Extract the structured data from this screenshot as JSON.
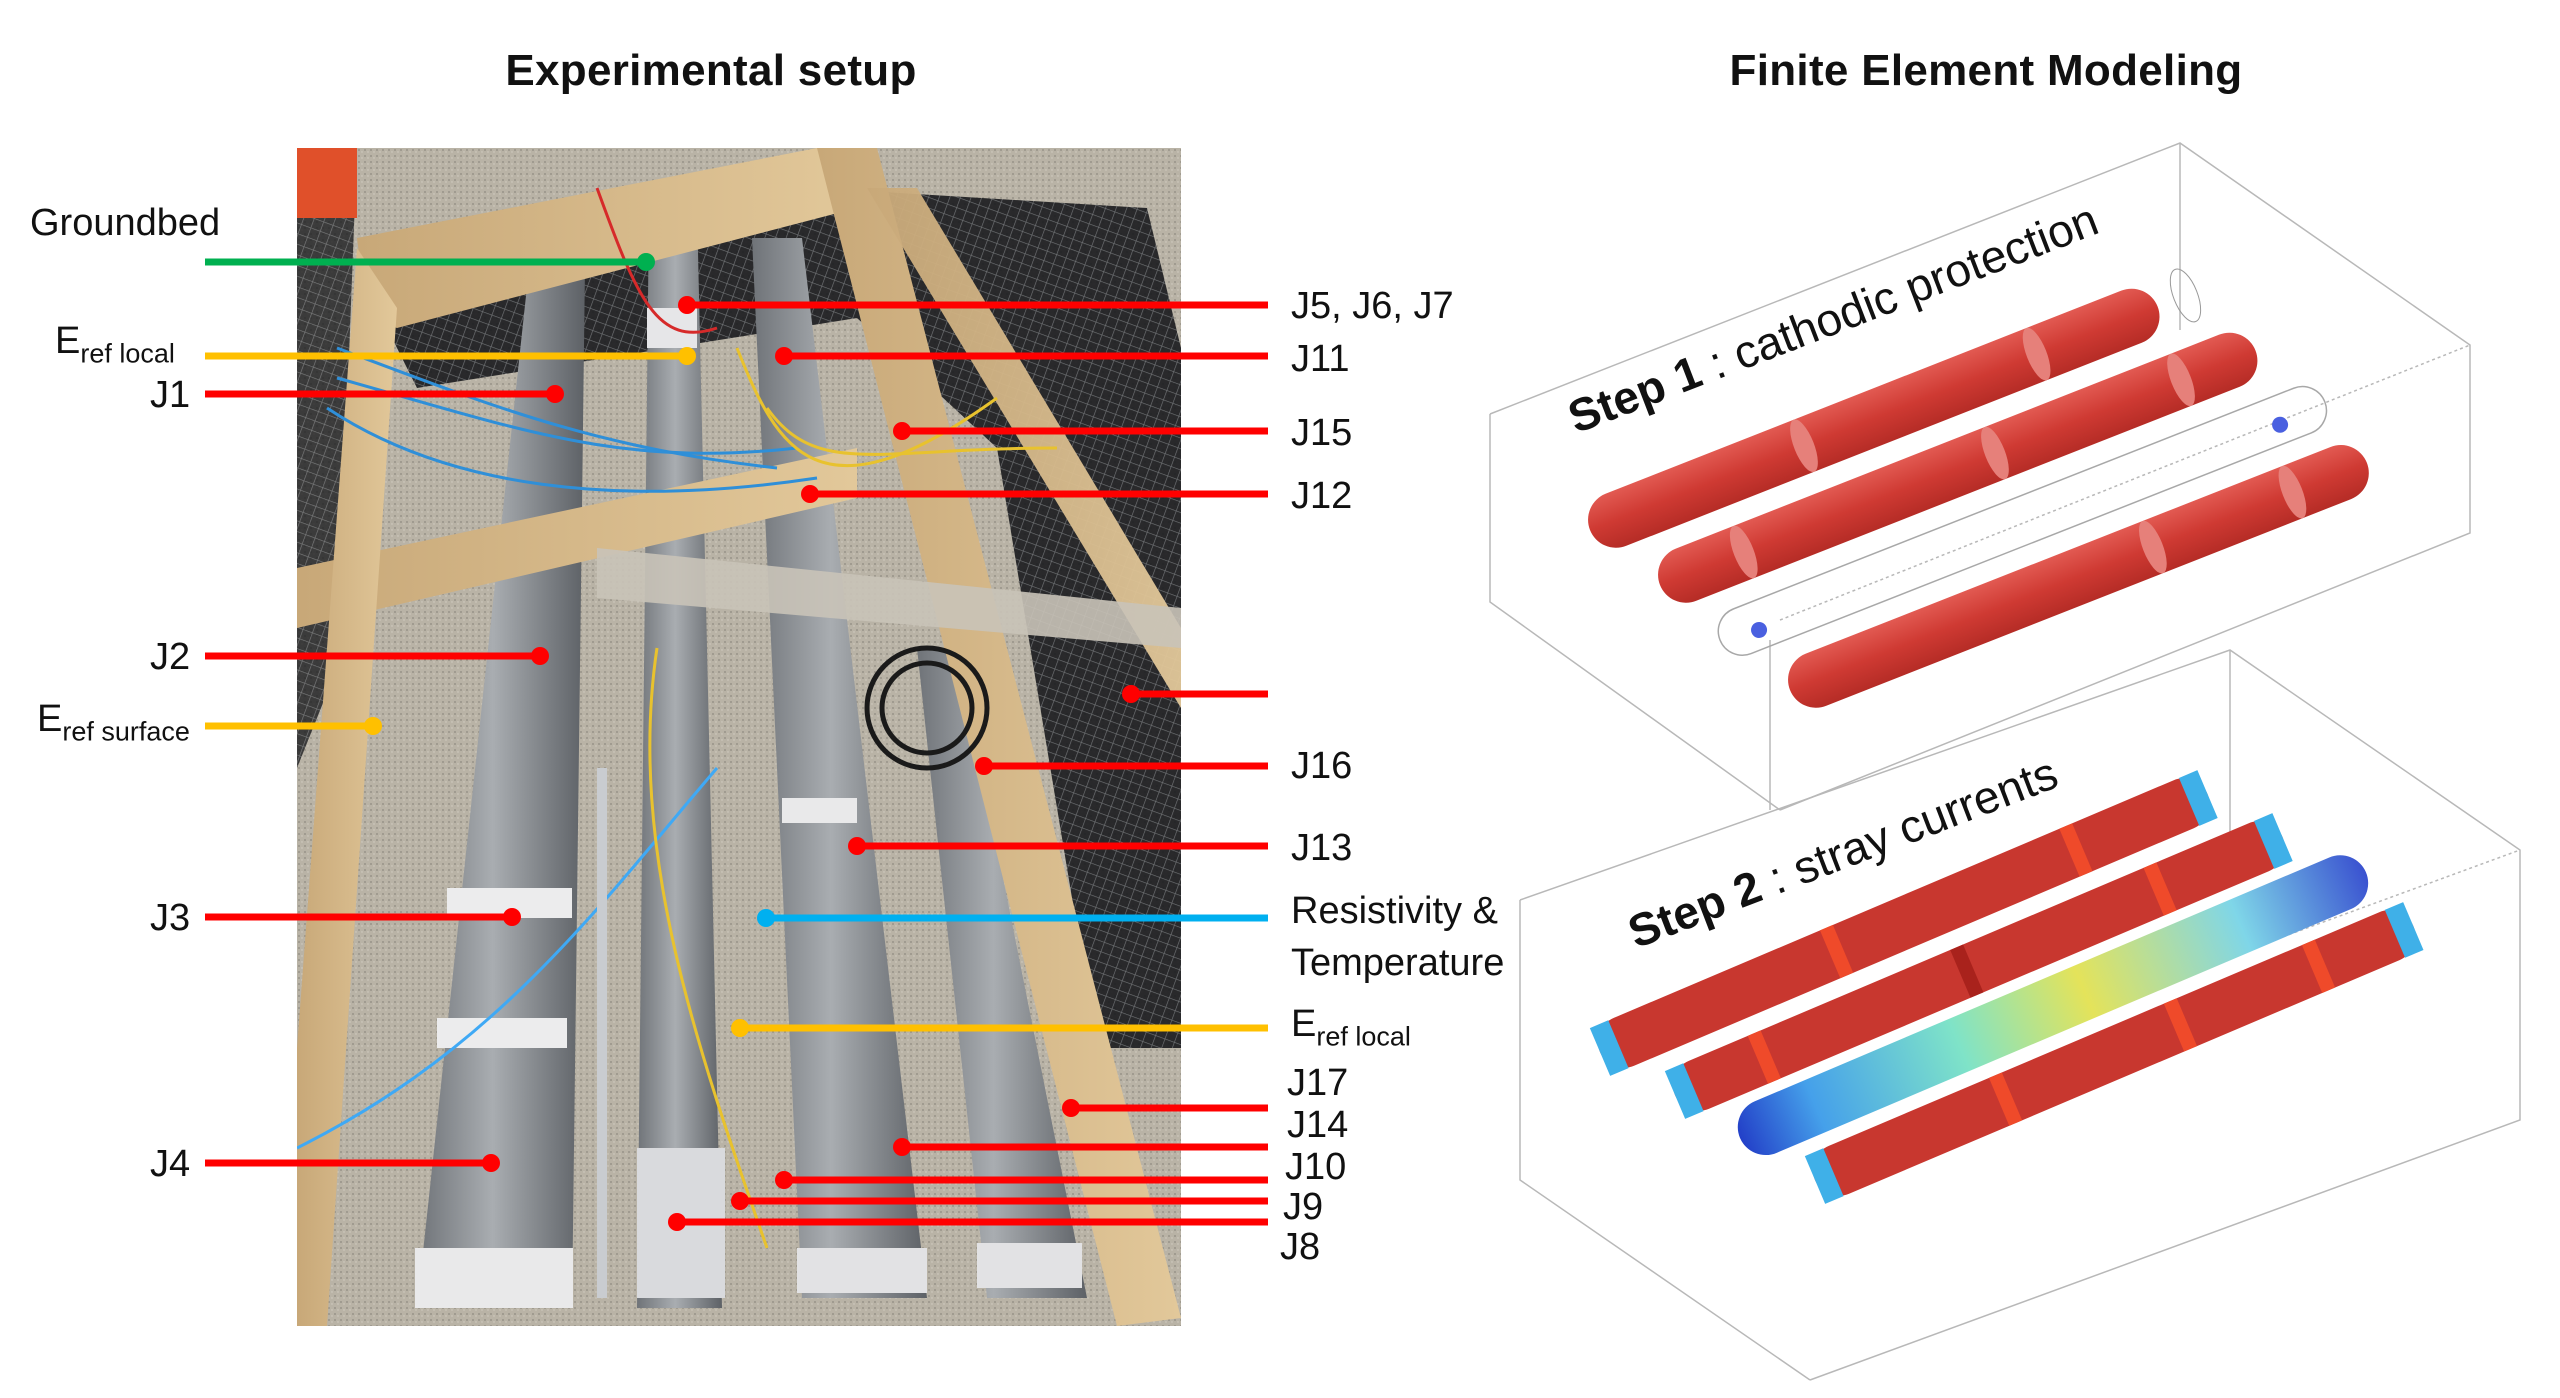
{
  "titles": {
    "left": "Experimental setup",
    "right": "Finite Element Modeling"
  },
  "colors": {
    "junction_leader": "#ff0000",
    "reference_electrode_leader": "#ffc000",
    "groundbed_leader": "#00b050",
    "resistivity_leader": "#00b0f0",
    "pipe_red": "#d9382f",
    "text": "#111111"
  },
  "left_labels": {
    "groundbed": "Groundbed",
    "eref_local_main": "E",
    "eref_local_sub": "ref local",
    "j1": "J1",
    "j2": "J2",
    "eref_surface_main": "E",
    "eref_surface_sub": "ref surface",
    "j3": "J3",
    "j4": "J4"
  },
  "right_labels": {
    "j5_j6_j7": "J5, J6, J7",
    "j11": "J11",
    "j15": "J15",
    "j12": "J12",
    "j16": "J16",
    "j13": "J13",
    "resistivity_line1": "Resistivity &",
    "resistivity_line2": "Temperature",
    "eref_local_main": "E",
    "eref_local_sub": "ref local",
    "j17": "J17",
    "j14": "J14",
    "j10": "J10",
    "j9": "J9",
    "j8": "J8"
  },
  "fem": {
    "step1_bold": "Step 1",
    "step1_rest": " : cathodic protection",
    "step2_bold": "Step 2",
    "step2_rest": " : stray currents"
  }
}
